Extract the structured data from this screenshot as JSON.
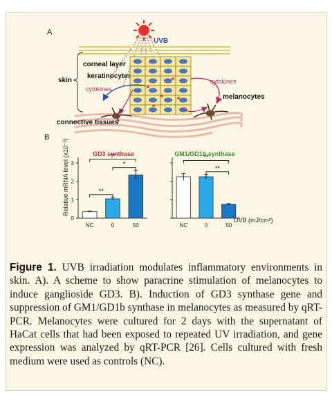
{
  "figure": {
    "panel_a": {
      "label": "A",
      "uvb_label": "UVB",
      "skin_label": "skin",
      "corneal_label": "corneal layer",
      "keratinocytes_label": "keratinocytes",
      "cytokines_left": "cytokines",
      "cytokines_right": "cytokines",
      "melanocytes_label": "melanocytes",
      "connective_label": "connective tissues",
      "colors": {
        "sun": "#e8312a",
        "cells": "#f6e79a",
        "nuclei": "#4f74b8",
        "arrows": "#b0306a",
        "skin_lines": "#e9b9b2"
      }
    },
    "panel_b": {
      "label": "B",
      "ylabel": "Relative mRNA level (x10⁻³)",
      "unit_label": "UVB (mJ/cm²)"
    }
  },
  "chart_data": [
    {
      "type": "bar",
      "title": "GD3 synthase",
      "title_color": "#c0322e",
      "categories": [
        "NC",
        "0",
        "50"
      ],
      "values": [
        0.35,
        1.05,
        2.35
      ],
      "errors": [
        0.03,
        0.08,
        0.25
      ],
      "colors": [
        "#ffffff",
        "#2aa8e8",
        "#1a78c2"
      ],
      "ylim": [
        0,
        3
      ],
      "significance": [
        {
          "pair": [
            "NC",
            "0"
          ],
          "label": "**"
        },
        {
          "pair": [
            "0",
            "50"
          ],
          "label": "*"
        },
        {
          "pair": [
            "NC",
            "50"
          ],
          "label": "**"
        }
      ]
    },
    {
      "type": "bar",
      "title": "GM1/GD1b synthase",
      "title_color": "#3a8a2e",
      "categories": [
        "NC",
        "0",
        "50"
      ],
      "values": [
        2.25,
        2.25,
        0.75
      ],
      "errors": [
        0.18,
        0.12,
        0.04
      ],
      "colors": [
        "#ffffff",
        "#2aa8e8",
        "#1a78c2"
      ],
      "ylim": [
        0,
        3
      ],
      "significance": [
        {
          "pair": [
            "0",
            "50"
          ],
          "label": "**"
        },
        {
          "pair": [
            "NC",
            "50"
          ],
          "label": "**"
        }
      ]
    }
  ],
  "caption": {
    "label": "Figure 1.",
    "text": "UVB irradiation modulates inflammatory environments in skin. A). A scheme to show paracrine stimulation of melanocytes to induce ganglioside GD3. B). Induction of GD3 synthase gene and suppression of GM1/GD1b synthase in melanocytes as measured by qRT-PCR. Melanocytes were cultured for 2 days with the supernatant of HaCat cells that had been exposed to repeated UV irradiation, and gene expression was analyzed by qRT-PCR [26]. Cells cultured with fresh medium were used as controls (NC)."
  }
}
